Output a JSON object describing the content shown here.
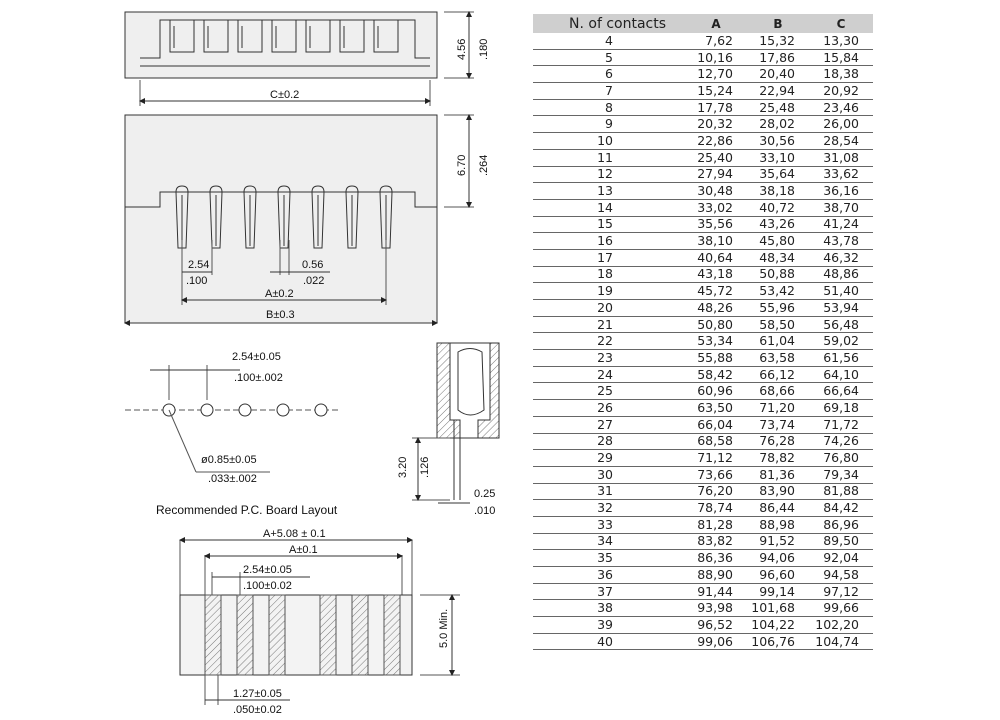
{
  "drawing": {
    "front_view": {
      "height_mm": "4.56",
      "height_in": ".180",
      "width_label": "C±0.2"
    },
    "side_view": {
      "height_mm": "6.70",
      "height_in": ".264",
      "pitch_mm": "2.54",
      "pitch_in": ".100",
      "pin_mm": "0.56",
      "pin_in": ".022",
      "a_label": "A±0.2",
      "b_label": "B±0.3"
    },
    "hole_layout": {
      "pitch_mm": "2.54±0.05",
      "pitch_in": ".100±.002",
      "hole_mm": "ø0.85±0.05",
      "hole_in": ".033±.002"
    },
    "profile": {
      "height_mm": "3.20",
      "height_in": ".126",
      "thickness_mm": "0.25",
      "thickness_in": ".010"
    },
    "pcb_title": "Recommended P.C. Board Layout",
    "pcb": {
      "total_label": "A+5.08 ± 0.1",
      "a_label": "A±0.1",
      "pitch_mm": "2.54±0.05",
      "pitch_in": ".100±0.02",
      "min_label": "5.0 Min.",
      "pad_mm": "1.27±0.05",
      "pad_in": ".050±0.02"
    }
  },
  "table": {
    "headers": [
      "N. of contacts",
      "A",
      "B",
      "C"
    ],
    "rows": [
      [
        "4",
        "7,62",
        "15,32",
        "13,30"
      ],
      [
        "5",
        "10,16",
        "17,86",
        "15,84"
      ],
      [
        "6",
        "12,70",
        "20,40",
        "18,38"
      ],
      [
        "7",
        "15,24",
        "22,94",
        "20,92"
      ],
      [
        "8",
        "17,78",
        "25,48",
        "23,46"
      ],
      [
        "9",
        "20,32",
        "28,02",
        "26,00"
      ],
      [
        "10",
        "22,86",
        "30,56",
        "28,54"
      ],
      [
        "11",
        "25,40",
        "33,10",
        "31,08"
      ],
      [
        "12",
        "27,94",
        "35,64",
        "33,62"
      ],
      [
        "13",
        "30,48",
        "38,18",
        "36,16"
      ],
      [
        "14",
        "33,02",
        "40,72",
        "38,70"
      ],
      [
        "15",
        "35,56",
        "43,26",
        "41,24"
      ],
      [
        "16",
        "38,10",
        "45,80",
        "43,78"
      ],
      [
        "17",
        "40,64",
        "48,34",
        "46,32"
      ],
      [
        "18",
        "43,18",
        "50,88",
        "48,86"
      ],
      [
        "19",
        "45,72",
        "53,42",
        "51,40"
      ],
      [
        "20",
        "48,26",
        "55,96",
        "53,94"
      ],
      [
        "21",
        "50,80",
        "58,50",
        "56,48"
      ],
      [
        "22",
        "53,34",
        "61,04",
        "59,02"
      ],
      [
        "23",
        "55,88",
        "63,58",
        "61,56"
      ],
      [
        "24",
        "58,42",
        "66,12",
        "64,10"
      ],
      [
        "25",
        "60,96",
        "68,66",
        "66,64"
      ],
      [
        "26",
        "63,50",
        "71,20",
        "69,18"
      ],
      [
        "27",
        "66,04",
        "73,74",
        "71,72"
      ],
      [
        "28",
        "68,58",
        "76,28",
        "74,26"
      ],
      [
        "29",
        "71,12",
        "78,82",
        "76,80"
      ],
      [
        "30",
        "73,66",
        "81,36",
        "79,34"
      ],
      [
        "31",
        "76,20",
        "83,90",
        "81,88"
      ],
      [
        "32",
        "78,74",
        "86,44",
        "84,42"
      ],
      [
        "33",
        "81,28",
        "88,98",
        "86,96"
      ],
      [
        "34",
        "83,82",
        "91,52",
        "89,50"
      ],
      [
        "35",
        "86,36",
        "94,06",
        "92,04"
      ],
      [
        "36",
        "88,90",
        "96,60",
        "94,58"
      ],
      [
        "37",
        "91,44",
        "99,14",
        "97,12"
      ],
      [
        "38",
        "93,98",
        "101,68",
        "99,66"
      ],
      [
        "39",
        "96,52",
        "104,22",
        "102,20"
      ],
      [
        "40",
        "99,06",
        "106,76",
        "104,74"
      ]
    ]
  }
}
